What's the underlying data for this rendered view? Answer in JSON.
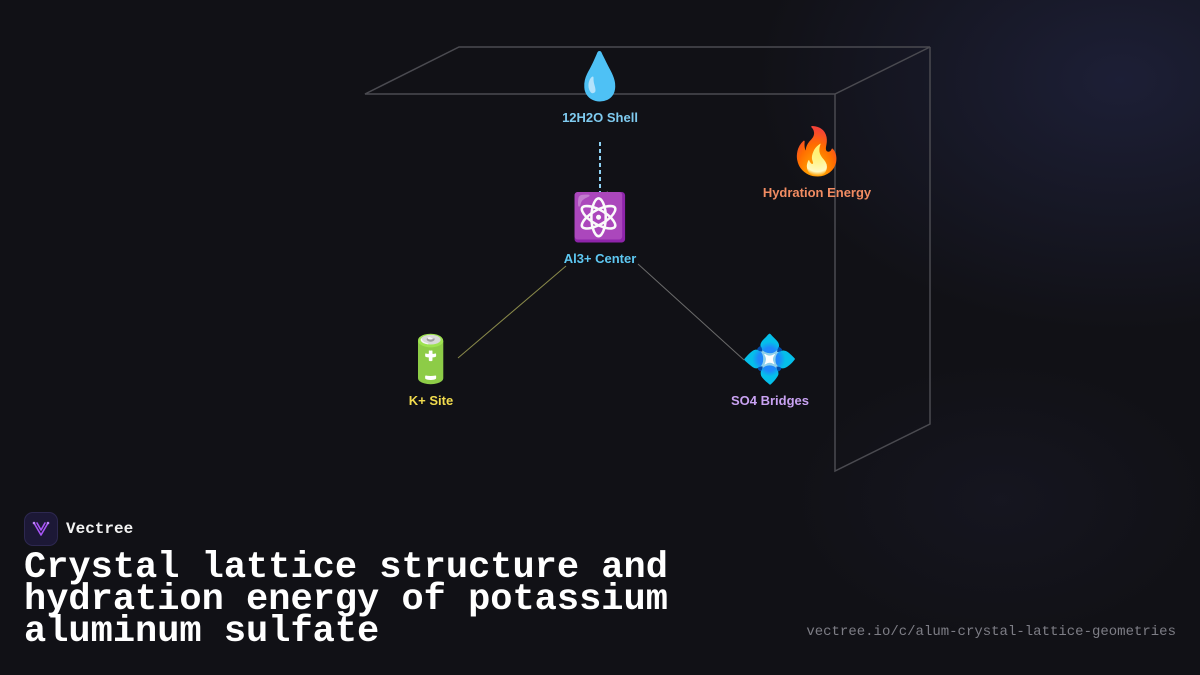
{
  "colors": {
    "background": "#111116",
    "frame": "#4a4a50",
    "water": "#7fcbf0",
    "center": "#5ec8f2",
    "energy": "#f28c62",
    "potassium": "#f2dc4e",
    "sulfate": "#c9a2f2",
    "dashed_line": "#8fd3f5",
    "arrow_head": "#555560",
    "k_line": "#8a8a4a",
    "so4_line": "#6a6a6a",
    "brand": "#a855f7"
  },
  "nodes": {
    "water": {
      "icon": "droplet-icon",
      "glyph": "💧",
      "label": "12H2O Shell"
    },
    "center": {
      "icon": "atom-icon",
      "glyph": "⚛️",
      "label": "Al3+ Center"
    },
    "energy": {
      "icon": "fire-icon",
      "glyph": "🔥",
      "label": "Hydration Energy"
    },
    "potassium": {
      "icon": "battery-icon",
      "glyph": "🔋",
      "label": "K+ Site"
    },
    "sulfate": {
      "icon": "diamond-icon",
      "glyph": "💠",
      "label": "SO4 Bridges"
    }
  },
  "brand": {
    "name": "Vectree",
    "icon": "vectree-logo-icon"
  },
  "title": "Crystal lattice structure and hydration energy of potassium aluminum sulfate",
  "url": "vectree.io/c/alum-crystal-lattice-geometries"
}
